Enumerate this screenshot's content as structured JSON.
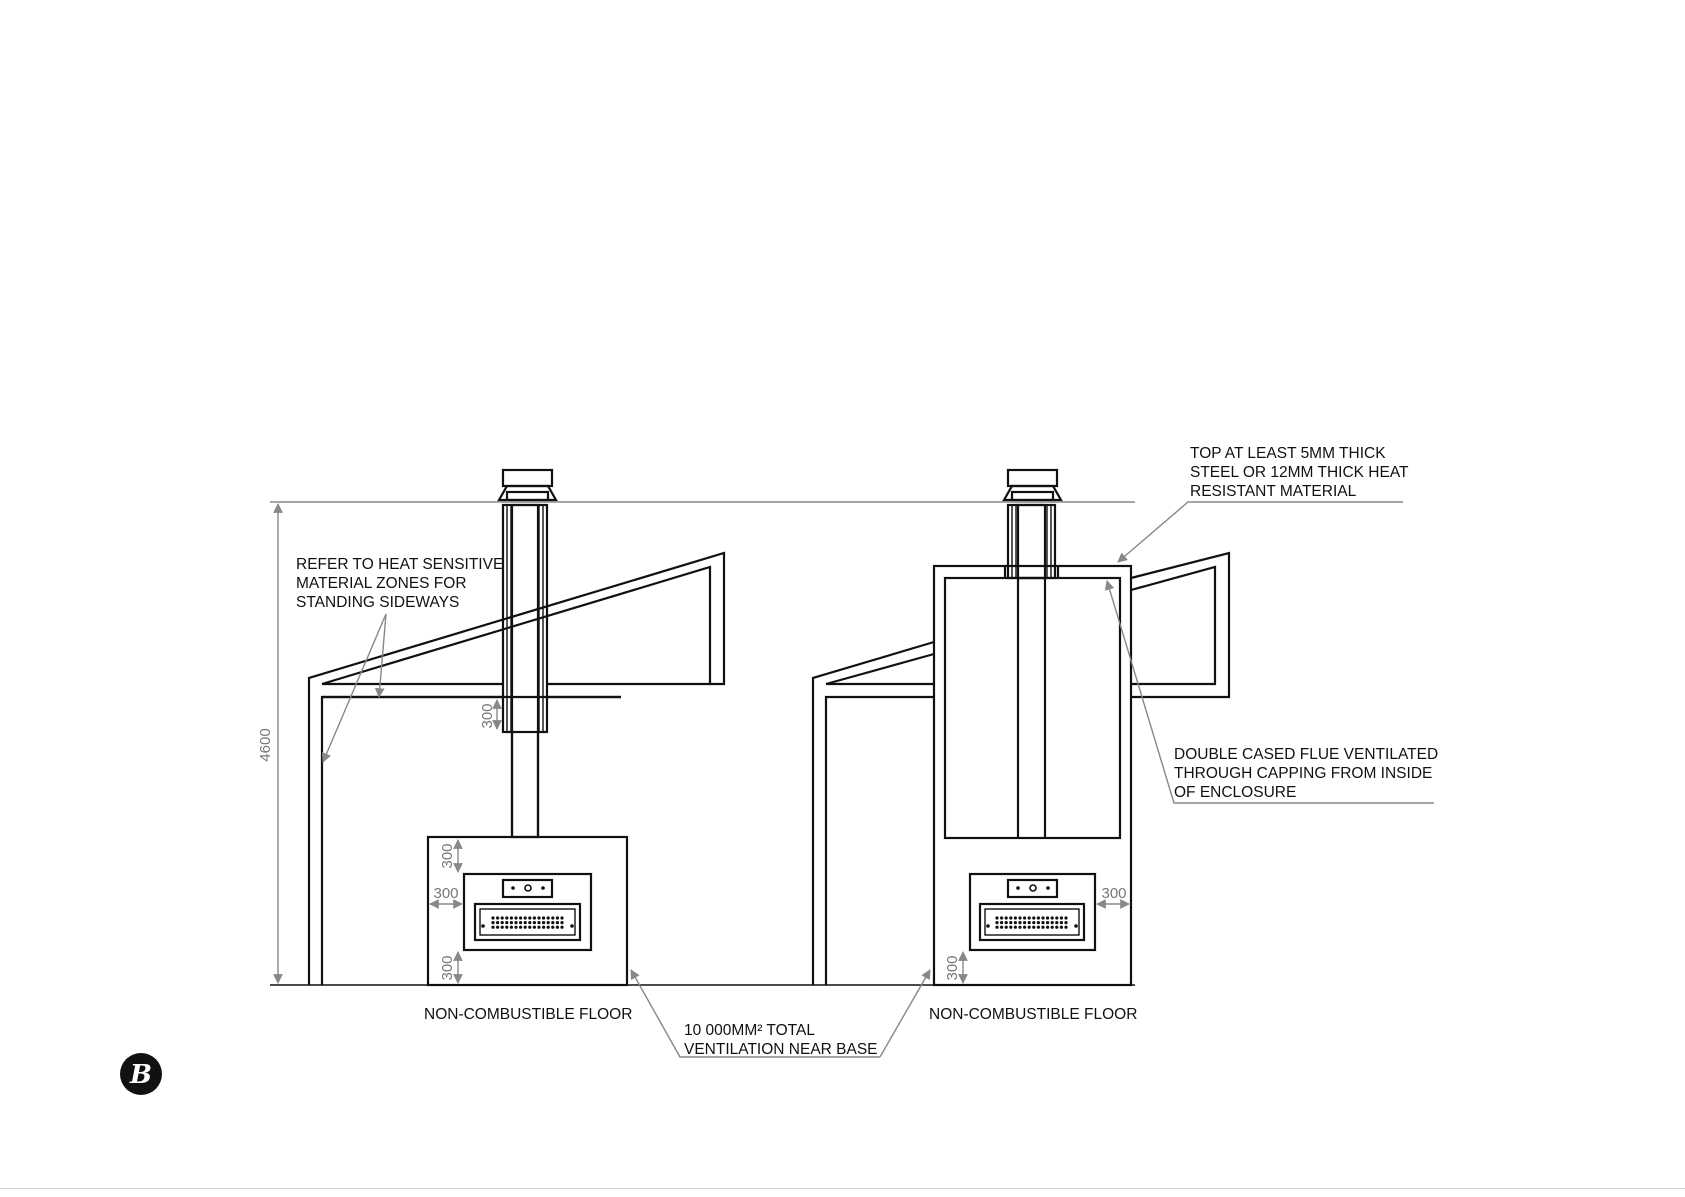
{
  "diagram": {
    "notes": {
      "heat_sensitive": [
        "REFER TO HEAT SENSITIVE",
        "MATERIAL ZONES FOR",
        "STANDING SIDEWAYS"
      ],
      "top_plate": [
        "TOP AT LEAST 5MM THICK",
        "STEEL OR 12MM THICK HEAT",
        "RESISTANT MATERIAL"
      ],
      "double_cased": [
        "DOUBLE CASED FLUE VENTILATED",
        "THROUGH CAPPING FROM INSIDE",
        "OF ENCLOSURE"
      ],
      "ventilation": [
        "10 000MM² TOTAL",
        "VENTILATION NEAR BASE"
      ],
      "floor_left": "NON-COMBUSTIBLE FLOOR",
      "floor_right": "NON-COMBUSTIBLE FLOOR"
    },
    "dimensions": {
      "overall_height": "4600",
      "flue_clearance": "300",
      "left_top": "300",
      "left_side": "300",
      "left_bottom": "300",
      "right_side": "300",
      "right_bottom": "300"
    },
    "colors": {
      "line": "#111111",
      "dimension": "#888888"
    }
  },
  "brand": {
    "logo_letter": "B"
  }
}
